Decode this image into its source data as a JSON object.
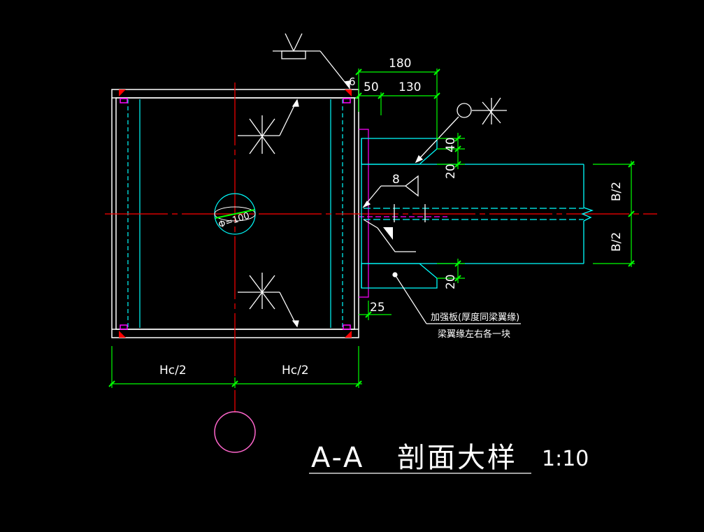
{
  "title": {
    "section_label": "A-A",
    "section_name": "剖面大样",
    "scale": "1:10"
  },
  "dimensions": {
    "top_total": "180",
    "top_left": "50",
    "top_right": "130",
    "weld_6": "6",
    "stiffener_40": "40",
    "stiffener_20_top": "20",
    "stiffener_20_bottom": "20",
    "gap_25": "25",
    "weld_8": "8",
    "b_half_top": "B/2",
    "b_half_bottom": "B/2",
    "hc_half_left": "Hc/2",
    "hc_half_right": "Hc/2",
    "hole": "Φ=100"
  },
  "notes": {
    "line1": "加强板(厚度同梁翼缘)",
    "line2": "梁翼缘左右各一块"
  },
  "colors": {
    "background": "#000000",
    "outline": "#ffffff",
    "axis": "#ff0000",
    "dimension": "#00ff00",
    "inner": "#00ffff",
    "plate": "#ff00ff"
  }
}
